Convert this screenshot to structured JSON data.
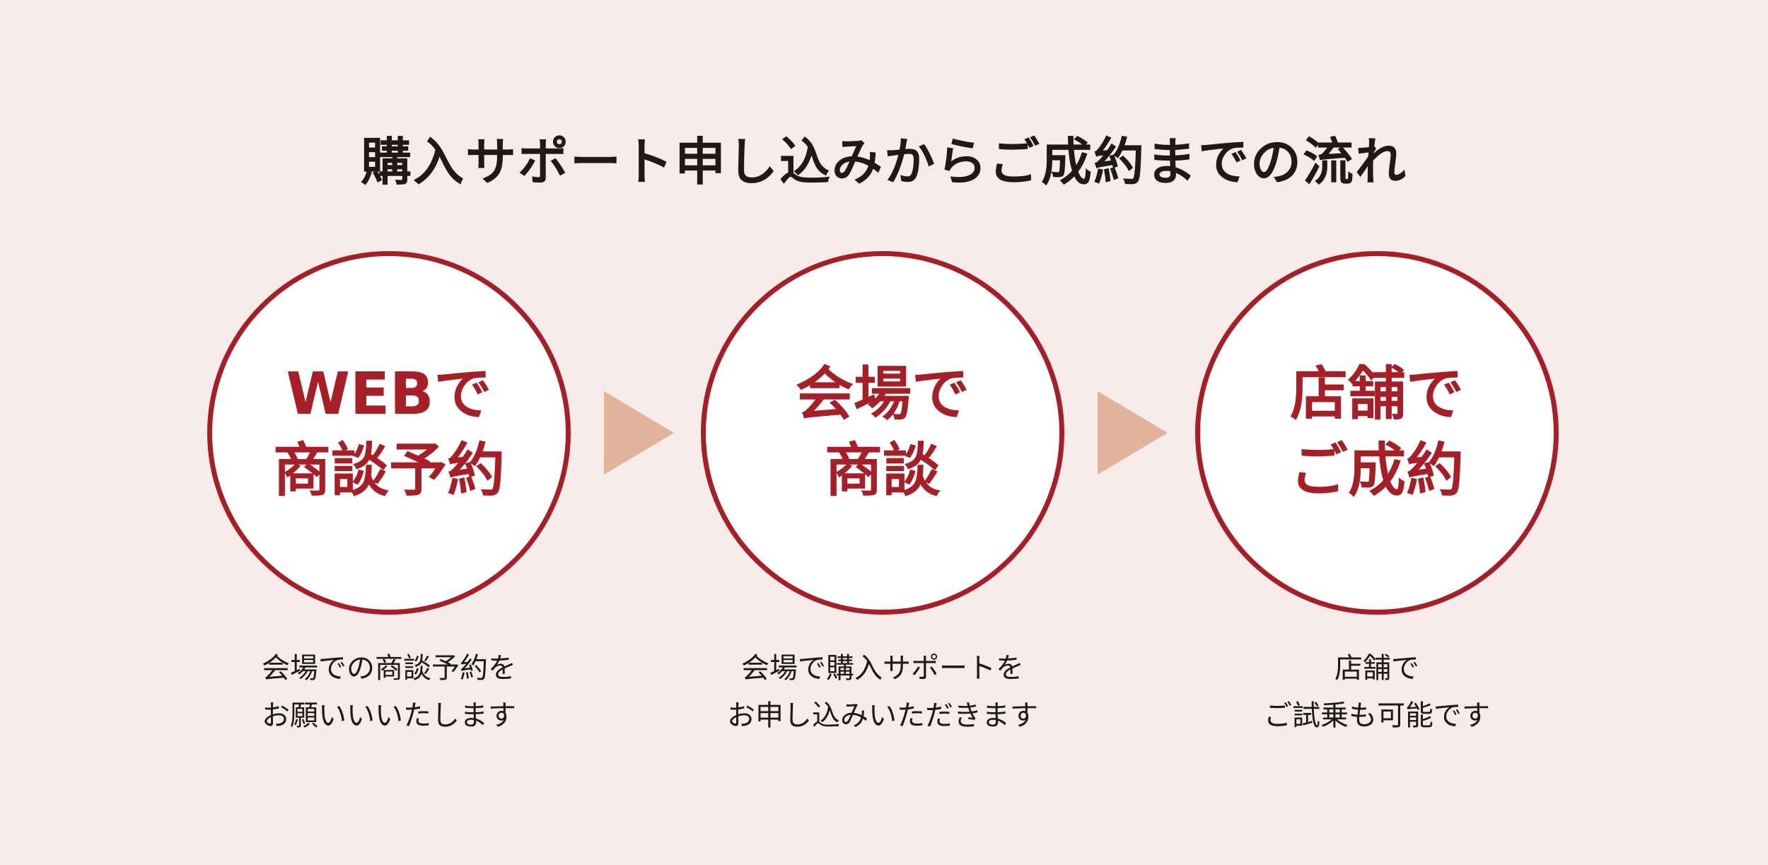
{
  "title": "購入サポート申し込みからご成約までの流れ",
  "colors": {
    "accent": "#a71e27",
    "background": "#f7ecea",
    "arrow": "#e0b39a"
  },
  "steps": [
    {
      "lines": [
        "WEBで",
        "商談予約"
      ],
      "desc": [
        "会場での商談予約を",
        "お願いいいたします"
      ]
    },
    {
      "lines": [
        "会場で",
        "商談"
      ],
      "desc": [
        "会場で購入サポートを",
        "お申し込みいただきます"
      ]
    },
    {
      "lines": [
        "店舗で",
        "ご成約"
      ],
      "desc": [
        "店舗で",
        "ご試乗も可能です"
      ]
    }
  ]
}
